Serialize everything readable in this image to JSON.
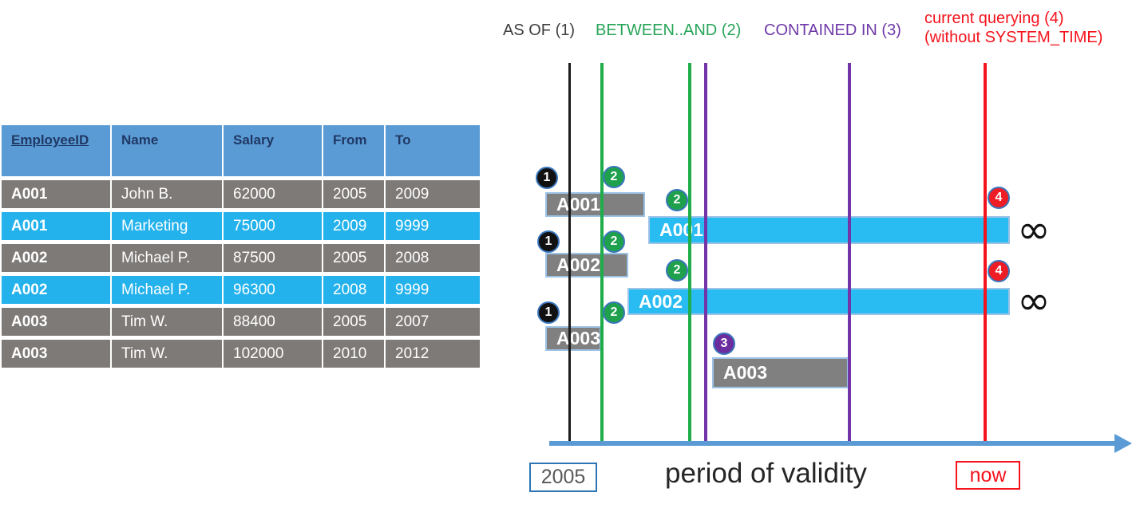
{
  "table": {
    "headers": [
      "EmployeeID",
      "Name",
      "Salary",
      "From",
      "To"
    ],
    "rows": [
      {
        "cells": [
          "A001",
          "John B.",
          "62000",
          "2005",
          "2009"
        ],
        "highlight": false
      },
      {
        "cells": [
          "A001",
          "Marketing",
          "75000",
          "2009",
          "9999"
        ],
        "highlight": true
      },
      {
        "cells": [
          "A002",
          "Michael P.",
          "87500",
          "2005",
          "2008"
        ],
        "highlight": false
      },
      {
        "cells": [
          "A002",
          "Michael P.",
          "96300",
          "2008",
          "9999"
        ],
        "highlight": true
      },
      {
        "cells": [
          "A003",
          "Tim W.",
          "88400",
          "2005",
          "2007"
        ],
        "highlight": false
      },
      {
        "cells": [
          "A003",
          "Tim W.",
          "102000",
          "2010",
          "2012"
        ],
        "highlight": false
      }
    ]
  },
  "legend": {
    "as_of": "AS OF (1)",
    "between_and": "BETWEEN..AND (2)",
    "contained_in": "CONTAINED IN (3)",
    "current_line1": "current querying (4)",
    "current_line2": "(without SYSTEM_TIME)"
  },
  "diagram": {
    "lines": [
      {
        "name": "as-of",
        "color_key": "line_black"
      },
      {
        "name": "between-start",
        "color_key": "line_green"
      },
      {
        "name": "between-end",
        "color_key": "line_green"
      },
      {
        "name": "contained-start",
        "color_key": "line_purple"
      },
      {
        "name": "contained-end",
        "color_key": "line_purple"
      },
      {
        "name": "now",
        "color_key": "line_red"
      }
    ],
    "bars": [
      {
        "label": "A001",
        "style": "gray",
        "infinity": false
      },
      {
        "label": "A001",
        "style": "cyan",
        "infinity": true
      },
      {
        "label": "A002",
        "style": "gray",
        "infinity": false
      },
      {
        "label": "A002",
        "style": "cyan",
        "infinity": true
      },
      {
        "label": "A003",
        "style": "gray",
        "infinity": false
      },
      {
        "label": "A003",
        "style": "gray",
        "infinity": false
      }
    ],
    "badges": [
      "1",
      "2",
      "2",
      "1",
      "2",
      "2",
      "1",
      "2",
      "3",
      "4",
      "4"
    ],
    "infinity_symbol": "∞",
    "start_label": "2005",
    "axis_label": "period of validity",
    "now_label": "now"
  },
  "colors": {
    "header_blue": "#5B9BD5",
    "header_text": "#1F3864",
    "row_gray": "#7D7A78",
    "row_cyan": "#24B2EC",
    "bar_gray": "#808080",
    "bar_cyan": "#29BCF2",
    "bar_border": "#9DC3E6",
    "line_black": "#1A1A1A",
    "line_green": "#1FAD4B",
    "line_purple": "#7334A8",
    "line_red": "#F5131D",
    "label_black": "#3F3F3F",
    "label_green": "#27A457",
    "label_purple": "#6F3AA8",
    "label_red": "#F5131D",
    "axis_blue": "#5B9BD5",
    "badge_black": "#111111",
    "badge_green": "#1FA04D",
    "badge_purple": "#6B2D9E",
    "badge_red": "#EE1C25",
    "year_box_border": "#2E75B6",
    "year_text": "#595959",
    "period_text": "#262626",
    "infinity_color": "#111111"
  }
}
